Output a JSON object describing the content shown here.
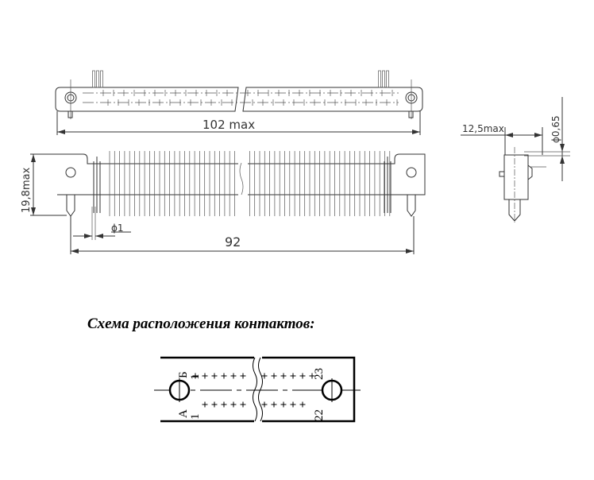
{
  "drawing": {
    "dim_length_max": "102 max",
    "dim_pitch": "92",
    "dim_height_max": "19,8max",
    "dim_pin_diameter": "ϕ1",
    "side_dim_depth": "12,5max",
    "side_dim_contact_diameter": "ϕ0,65"
  },
  "layout_scheme": {
    "title": "Схема расположения контактов:",
    "row_labels": [
      "А",
      "Б"
    ],
    "start_numbers": [
      "1",
      "1"
    ],
    "end_numbers": [
      "23",
      "22"
    ]
  }
}
